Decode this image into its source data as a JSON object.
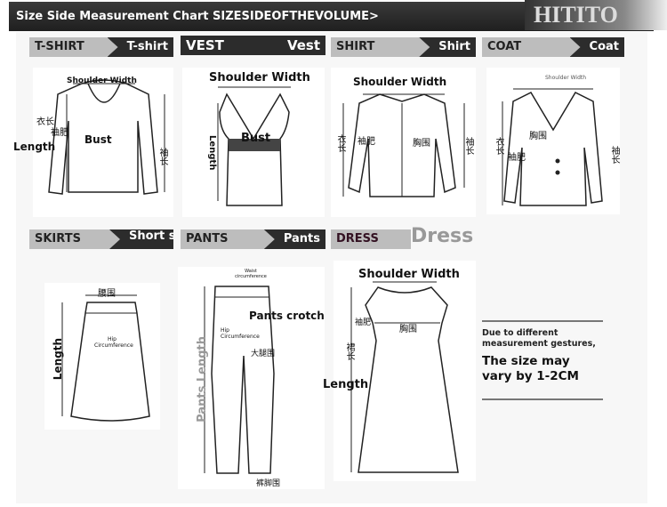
{
  "header": {
    "title": "Size Side Measurement Chart SIZESIDEOFTHEVOLUME>",
    "brand": "HITITO"
  },
  "tabs": [
    {
      "en": "T-SHIRT",
      "label": "T-shirt"
    },
    {
      "en": "VEST",
      "label": "Vest"
    },
    {
      "en": "SHIRT",
      "label": "Shirt"
    },
    {
      "en": "COAT",
      "label": "Coat"
    },
    {
      "en": "SKIRTS",
      "label": "Short skirt"
    },
    {
      "en": "PANTS",
      "label": "Pants"
    },
    {
      "en": "DRESS",
      "label": "Dress"
    }
  ],
  "tshirt": {
    "shoulder": "Shoulder Width",
    "length": "Length",
    "bust": "Bust",
    "cn_length": "衣长",
    "cn_sleeve_w": "袖肥",
    "cn_sleeve_l": "袖长"
  },
  "vest": {
    "shoulder": "Shoulder Width",
    "bust": "Bust",
    "length": "Length"
  },
  "shirt": {
    "shoulder": "Shoulder Width",
    "cn_length": "衣长",
    "cn_sleeve_w": "袖肥",
    "cn_bust": "胸围",
    "cn_sleeve_l": "袖长"
  },
  "coat": {
    "shoulder": "Shoulder Width",
    "cn_length": "衣长",
    "cn_sleeve_w": "袖肥",
    "cn_bust": "胸围",
    "cn_sleeve_l": "袖长"
  },
  "skirt": {
    "cn_waist": "腰围",
    "hip": "Hip Circumference",
    "length": "Length"
  },
  "pants": {
    "waist": "Waist circumference",
    "crotch": "Pants crotch",
    "hip": "Hip Circumference",
    "cn_thigh": "大腿围",
    "length": "Pants Length",
    "cn_hem": "裤脚围"
  },
  "dress": {
    "shoulder": "Shoulder Width",
    "cn_sleeve_w": "袖肥",
    "cn_bust": "胸围",
    "cn_length": "裙长",
    "length": "Length"
  },
  "note": {
    "small": "Due to different measurement gestures,",
    "big": "The size may vary by 1-2CM"
  }
}
